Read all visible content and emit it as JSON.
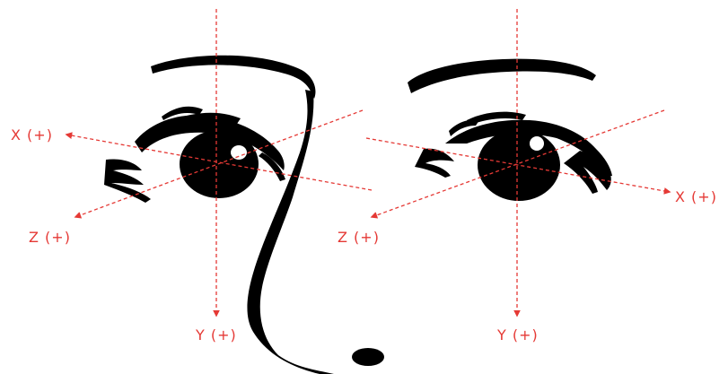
{
  "colors": {
    "axis": "#e53935",
    "ink": "#000000",
    "background": "#ffffff",
    "highlight": "#ffffff"
  },
  "left_eye": {
    "x_label": "X (+)",
    "y_label": "Y (+)",
    "z_label": "Z (+)"
  },
  "right_eye": {
    "x_label": "X (+)",
    "y_label": "Y (+)",
    "z_label": "Z (+)"
  }
}
